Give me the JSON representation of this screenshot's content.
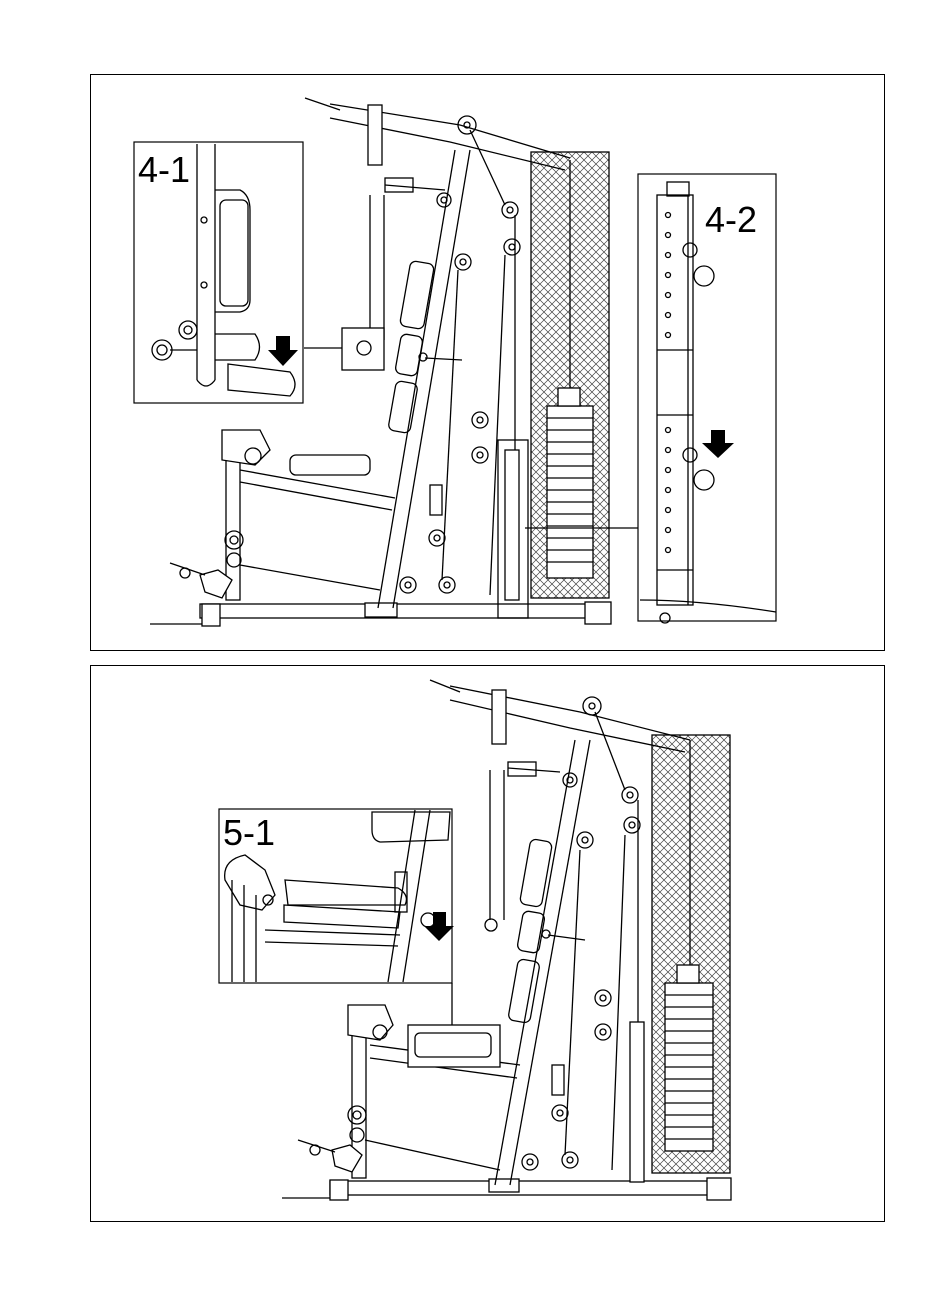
{
  "steps": {
    "step_4_1": "4-1",
    "step_4_2": "4-2",
    "step_5_1": "5-1"
  },
  "colors": {
    "line": "#000000",
    "background": "#ffffff",
    "shield_hatch": "#555555"
  },
  "icons": [
    "down-arrow-icon",
    "spring-knob-icon",
    "pulley-icon",
    "weight-stack-icon"
  ]
}
